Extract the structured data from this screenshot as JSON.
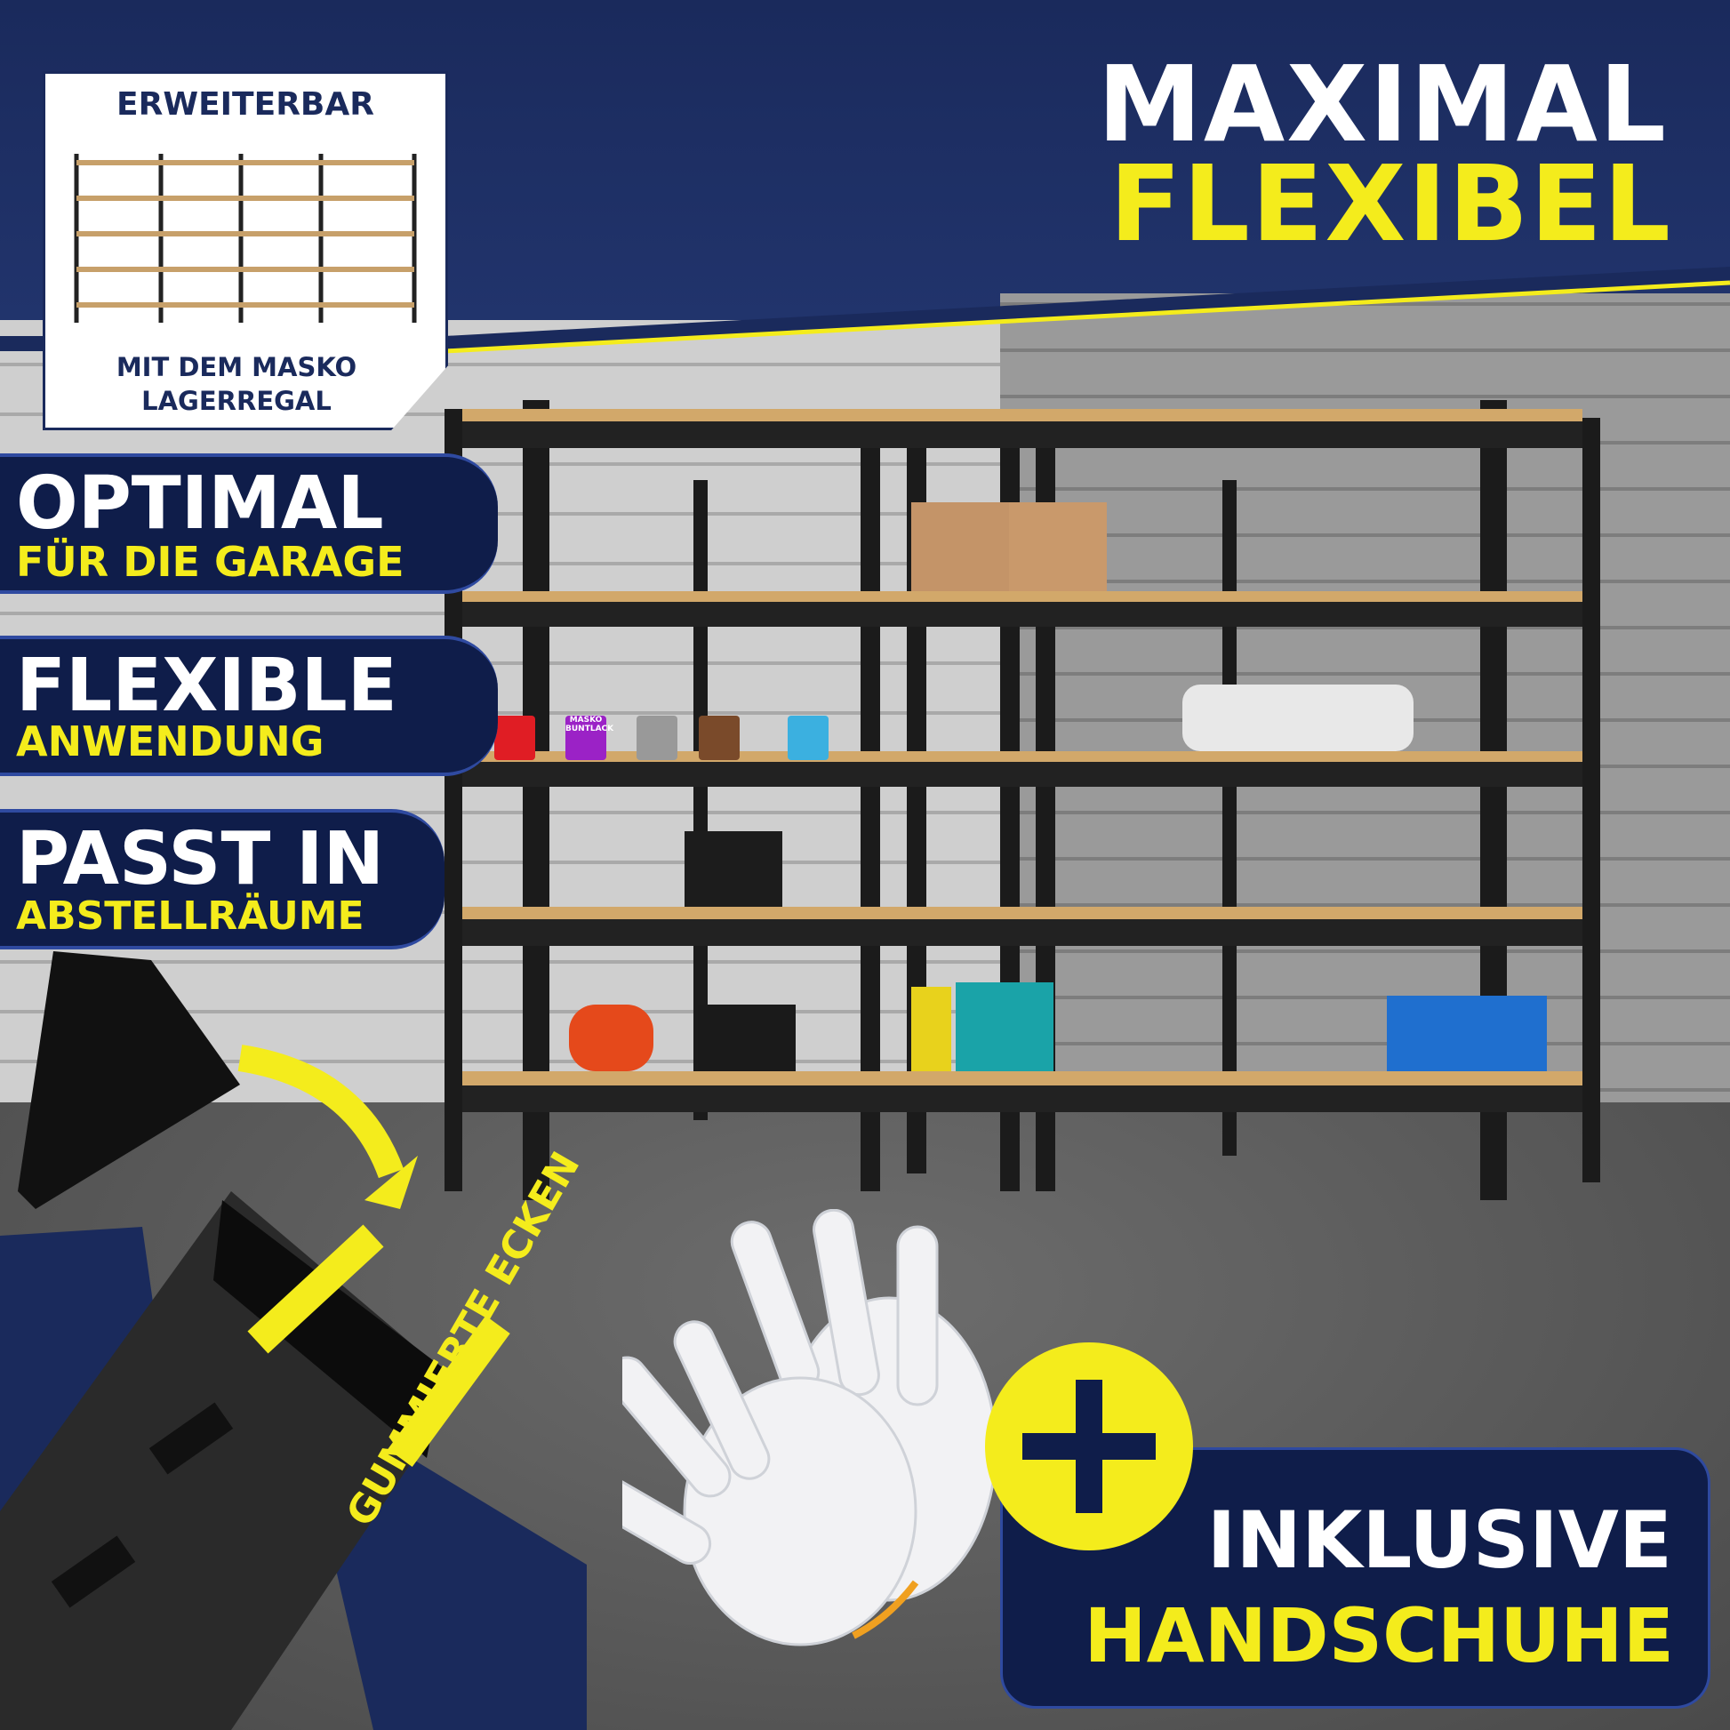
{
  "headline": {
    "line1": "MAXIMAL",
    "line2": "FLEXIBEL"
  },
  "inset": {
    "top": "ERWEITERBAR",
    "bottom_line1": "MIT DEM MASKO",
    "bottom_line2": "LAGERREGAL"
  },
  "features": [
    {
      "main": "OPTIMAL",
      "sub": "FÜR DIE GARAGE"
    },
    {
      "main": "FLEXIBLE",
      "sub": "ANWENDUNG"
    },
    {
      "main": "PASST IN",
      "sub": "ABSTELLRÄUME"
    }
  ],
  "corner_callout": "GUMMIERTE ECKEN",
  "included": {
    "line1": "INKLUSIVE",
    "line2": "HANDSCHUHE"
  },
  "products": {
    "brand": "MASKO",
    "paint": "BUNTLACK"
  },
  "colors": {
    "navy": "#1a2a5c",
    "yellow": "#f4ec1c",
    "white": "#ffffff"
  }
}
